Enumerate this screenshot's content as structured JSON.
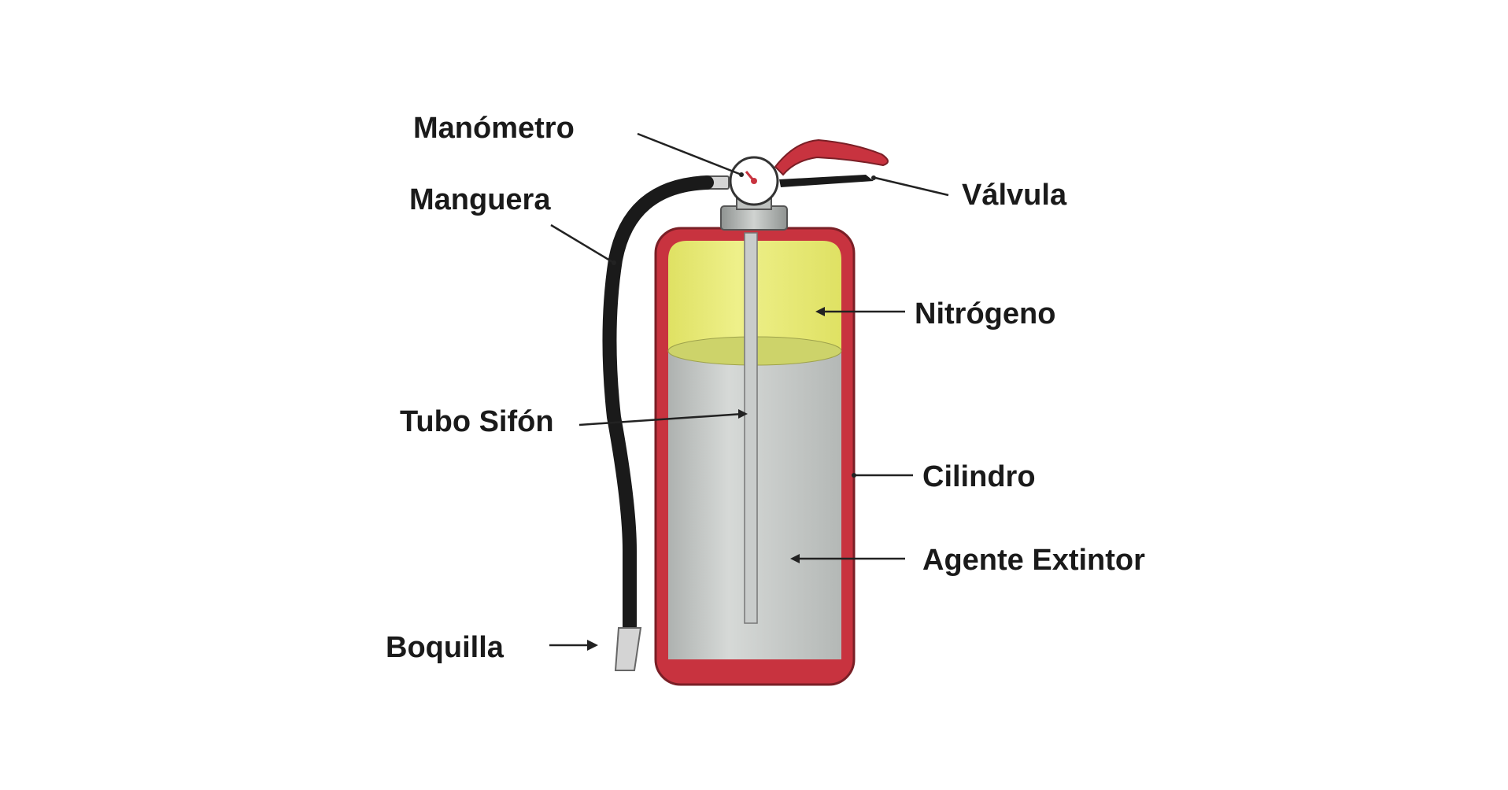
{
  "diagram": {
    "labels": {
      "manometro": "Manómetro",
      "manguera": "Manguera",
      "valvula": "Válvula",
      "nitrogeno": "Nitrógeno",
      "tubo_sifon": "Tubo Sifón",
      "cilindro": "Cilindro",
      "agente_extintor": "Agente Extintor",
      "boquilla": "Boquilla"
    },
    "colors": {
      "cylinder_shell": "#c8333f",
      "shell_outline": "#7a1f26",
      "nitrogen_gas": "#e6e873",
      "liquid_surface": "#cdd36a",
      "extinguishing_agent": "#c2c6c4",
      "hose": "#1a1a1a",
      "nozzle": "#d4d4d4",
      "handle": "#c8333f",
      "gauge": "#ffffff"
    }
  }
}
